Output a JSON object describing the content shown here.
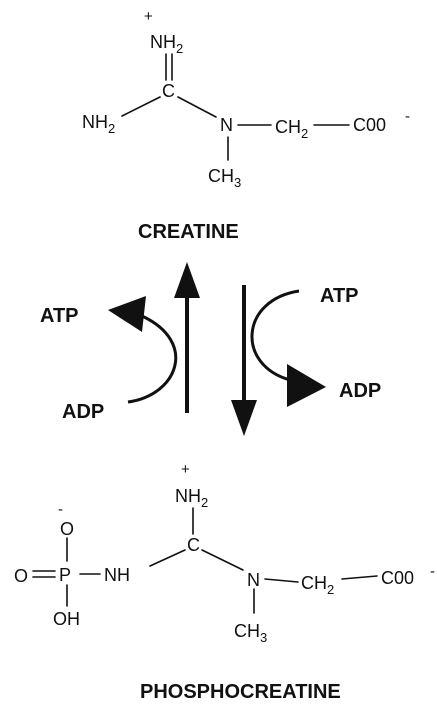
{
  "creatine": {
    "name": "CREATINE",
    "charge_plus": "+",
    "nh2_top": "NH",
    "nh2_top_sub": "2",
    "nh2_left": "NH",
    "nh2_left_sub": "2",
    "c": "C",
    "n": "N",
    "ch2": "CH",
    "ch2_sub": "2",
    "coo": "C00",
    "charge_minus": "-",
    "ch3": "CH",
    "ch3_sub": "3"
  },
  "reaction": {
    "atp_left": "ATP",
    "adp_left": "ADP",
    "atp_right": "ATP",
    "adp_right": "ADP"
  },
  "phosphocreatine": {
    "name": "PHOSPHOCREATINE",
    "charge_plus": "+",
    "nh2_top": "NH",
    "nh2_top_sub": "2",
    "o_minus_charge": "-",
    "o_top": "O",
    "o_left": "O",
    "p": "P",
    "nh": "NH",
    "oh": "OH",
    "c": "C",
    "n": "N",
    "ch2": "CH",
    "ch2_sub": "2",
    "coo": "C00",
    "charge_minus": "-",
    "ch3": "CH",
    "ch3_sub": "3"
  }
}
